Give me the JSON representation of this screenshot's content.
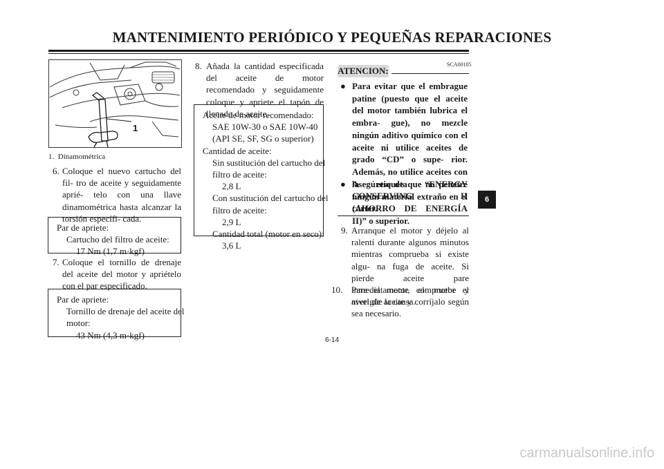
{
  "header": {
    "title": "MANTENIMIENTO PERIÓDICO Y PEQUEÑAS REPARACIONES"
  },
  "figure": {
    "callout": "1",
    "caption": "1.  Dinamométrica"
  },
  "steps": {
    "s6": {
      "num": "6.",
      "text": "Coloque el nuevo cartucho del fil- tro de aceite y seguidamente aprié- telo con una llave dinamométrica hasta alcanzar la torsión específi- cada."
    },
    "s7": {
      "num": "7.",
      "text": "Coloque el tornillo de drenaje del aceite del motor y apriételo con el par especificado."
    },
    "s8": {
      "num": "8.",
      "text": "Añada la cantidad especificada del aceite de motor recomendado y seguidamente coloque y apriete el tapón de llenado de aceite."
    },
    "s9": {
      "num": "9.",
      "text": "Arranque el motor y déjelo al ralentí durante algunos minutos mientras comprueba si existe algu- na fuga de aceite. Si pierde aceite pare inmediatamente el motor y averigüe la causa."
    },
    "s10": {
      "num": "10.",
      "text": "Pare el motor, compruebe el nivel de aceite y corríjalo según sea necesario."
    }
  },
  "spec_filter": {
    "label": "Par de apriete:",
    "item": "Cartucho del filtro de aceite:",
    "value": "17 Nm (1,7 m·kgf)"
  },
  "spec_drain": {
    "label": "Par de apriete:",
    "item_l1": "Tornillo de drenaje del aceite del",
    "item_l2": "motor:",
    "value": "43 Nm (4,3 m·kgf)"
  },
  "spec_oil": {
    "l1": "Aceite de motor recomendado:",
    "l2": "SAE 10W-30 o SAE 10W-40",
    "l3": "(API SE, SF, SG o superior)",
    "l4": "Cantidad de aceite:",
    "l5": "Sin sustitución del cartucho del",
    "l6": "filtro de aceite:",
    "l7": "2,8 L",
    "l8": "Con sustitución del cartucho del",
    "l9": "filtro de aceite:",
    "l10": "2,9 L",
    "l11": "Cantidad total (motor en seco):",
    "l12": "3,6 L"
  },
  "caution": {
    "code": "SCA00105",
    "heading": "ATENCION:",
    "bullet1": "Para evitar que el embrague patine (puesto que el aceite del motor también lubrica el embra- gue), no mezcle ningún aditivo químico con el aceite ni utilice aceites de grado “CD” o supe- rior. Además, no utilice aceites con la etiqueta “ENERGY CONSERVING II (AHORRO DE ENERGÍA II)” o superior.",
    "bullet2": "Asegúrese de que no penetre ningún material extraño en el cárter."
  },
  "page_number": "6-14",
  "chapter_tab": "6",
  "watermark": "carmanualsonline.info"
}
